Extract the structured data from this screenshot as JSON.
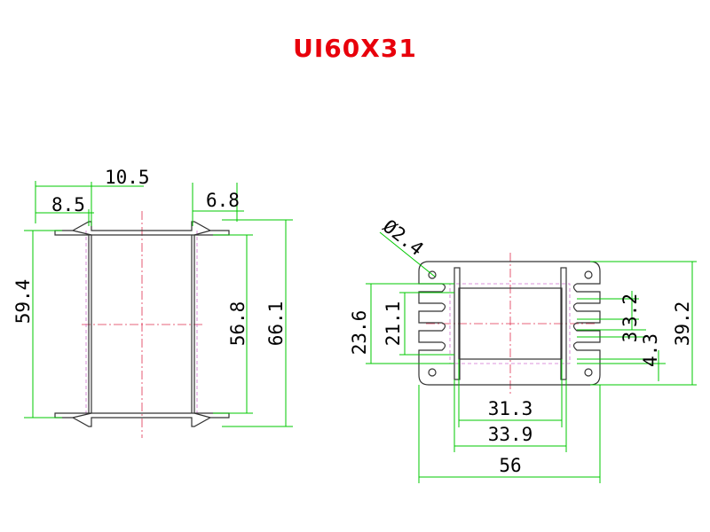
{
  "title": "UI60X31",
  "colors": {
    "title": "#e8000b",
    "dimension_line": "#00c800",
    "outline": "#333333",
    "centerline": "#e03050",
    "hidden": "#d070d0"
  },
  "front_view": {
    "dim_10_5": "10.5",
    "dim_8_5": "8.5",
    "dim_6_8": "6.8",
    "dim_59_4": "59.4",
    "dim_56_8": "56.8",
    "dim_66_1": "66.1"
  },
  "side_view": {
    "dim_dia_2_4": "Ø2.4",
    "dim_23_6": "23.6",
    "dim_21_1": "21.1",
    "dim_3_2": "3.2",
    "dim_3": "3",
    "dim_4_3": "4.3",
    "dim_39_2": "39.2",
    "dim_31_3": "31.3",
    "dim_33_9": "33.9",
    "dim_56": "56"
  }
}
